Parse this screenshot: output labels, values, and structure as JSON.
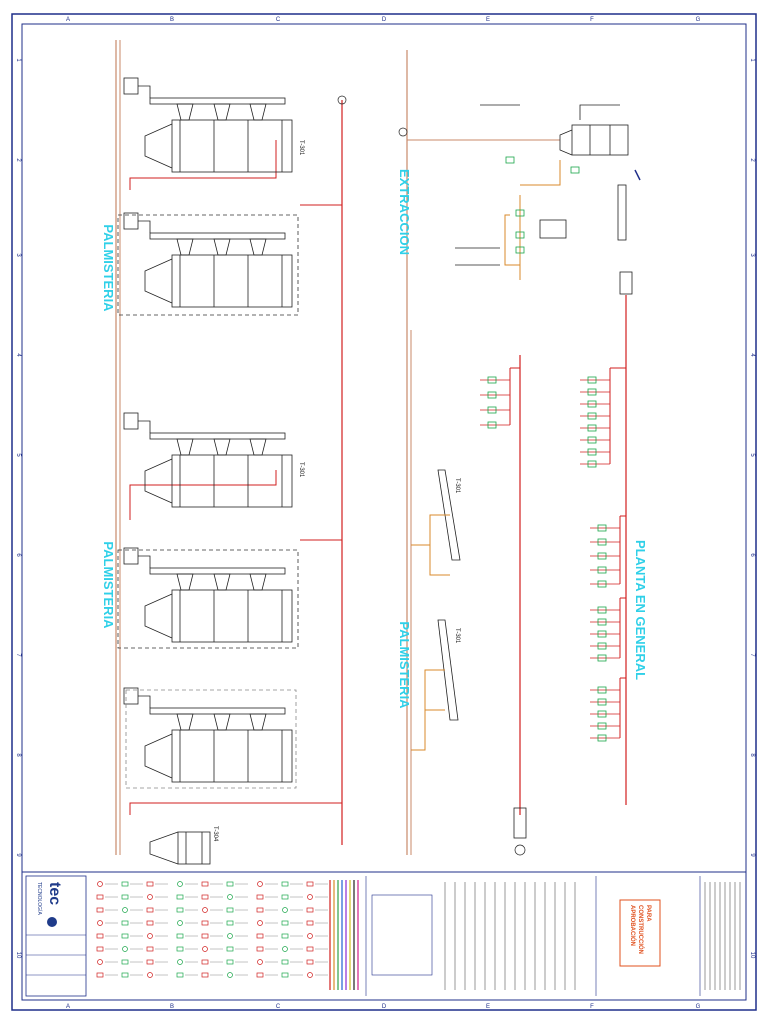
{
  "titles": {
    "palmisteria_a": "PALMISTERIA",
    "palmisteria_b": "PALMISTERIA",
    "palmisteria_c": "PALMISTERIA",
    "extraccion": "EXTRACCION",
    "planta_en_general": "PLANTA EN GENERAL"
  },
  "grid_letters": [
    "A",
    "B",
    "C",
    "D",
    "E",
    "F",
    "G"
  ],
  "grid_numbers": [
    "1",
    "2",
    "3",
    "4",
    "5",
    "6",
    "7",
    "8",
    "9",
    "10"
  ],
  "equipment_tags": [
    "T-301",
    "T-301",
    "T-301",
    "T-301",
    "T-304"
  ],
  "logo": {
    "brand": "tec",
    "tagline": "TECNOLOGÍA"
  },
  "status_stamp": {
    "line1": "PARA",
    "line2": "CONSTRUCCIÓN",
    "line3": "APROBACIÓN"
  },
  "colors": {
    "border": "#1f2f8a",
    "steam_line": "#d11f1f",
    "return_line": "#d98a2b",
    "equipment": "#222222",
    "valve": "#1aa64a",
    "title": "#2fd0e8",
    "stamp": "#e0501e"
  }
}
